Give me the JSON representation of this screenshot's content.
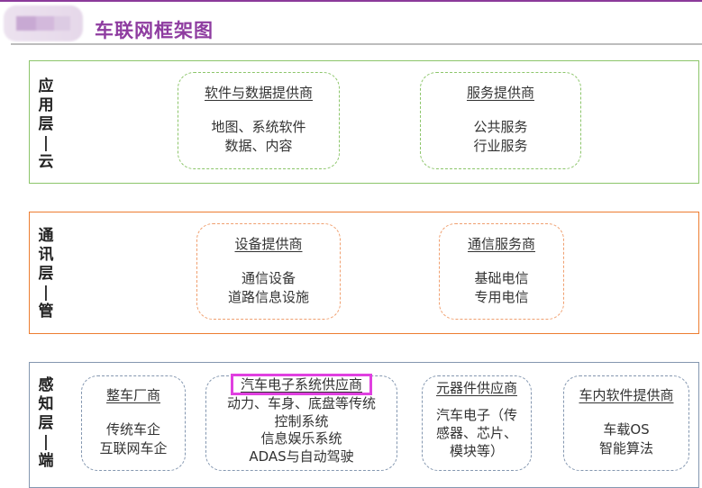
{
  "header": {
    "title": "车联网框架图"
  },
  "colors": {
    "accent": "#8e3ca0",
    "app_layer": "#70ad47",
    "comm_layer": "#ed7d31",
    "sense_layer": "#8497b0",
    "highlight": "#e040e0"
  },
  "layers": [
    {
      "label": [
        "应",
        "用",
        "层",
        "|",
        "云"
      ],
      "boxes": [
        {
          "heading": "软件与数据提供商",
          "lines": [
            "地图、系统软件",
            "数据、内容"
          ]
        },
        {
          "heading": "服务提供商",
          "lines": [
            "公共服务",
            "行业服务"
          ]
        }
      ]
    },
    {
      "label": [
        "通",
        "讯",
        "层",
        "|",
        "管"
      ],
      "boxes": [
        {
          "heading": "设备提供商",
          "lines": [
            "通信设备",
            "道路信息设施"
          ]
        },
        {
          "heading": "通信服务商",
          "lines": [
            "基础电信",
            "专用电信"
          ]
        }
      ]
    },
    {
      "label": [
        "感",
        "知",
        "层",
        "|",
        "端"
      ],
      "boxes": [
        {
          "heading": "整车厂商",
          "lines": [
            "传统车企",
            "互联网车企"
          ]
        },
        {
          "heading": "汽车电子系统供应商",
          "lines": [
            "动力、车身、底盘等传统",
            "控制系统",
            "信息娱乐系统",
            "ADAS与自动驾驶"
          ]
        },
        {
          "heading": "元器件供应商",
          "lines": [
            "汽车电子（传",
            "感器、芯片、",
            "模块等）"
          ]
        },
        {
          "heading": "车内软件提供商",
          "lines": [
            "车载OS",
            "智能算法"
          ]
        }
      ]
    }
  ]
}
